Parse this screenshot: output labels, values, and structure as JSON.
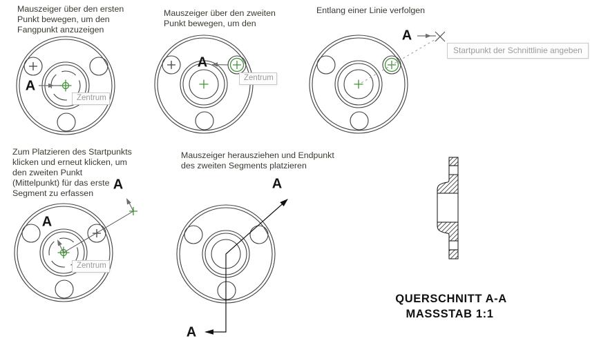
{
  "colors": {
    "canvas-bg": "#ffffff",
    "line": "#3f3f3f",
    "accent-green": "#3f9335",
    "arrow-gray": "#6e6e6e",
    "section-black": "#111111",
    "tooltip-bg": "#fdfdfd",
    "tooltip-border": "#c9c9c9",
    "tooltip-text": "#9b9b9b",
    "text": "#3a3a32"
  },
  "steps": {
    "step1": {
      "caption": "Mauszeiger über den ersten\nPunkt bewegen, um den\nFangpunkt anzuzeigen",
      "label": "A",
      "tooltip": "Zentrum"
    },
    "step2": {
      "caption": "Mauszeiger über den zweiten\nPunkt bewegen, um den",
      "label": "A",
      "tooltip": "Zentrum"
    },
    "step3": {
      "caption": "Entlang einer Linie verfolgen",
      "label": "A",
      "tooltip": "Startpunkt der Schnittlinie angeben"
    },
    "step4": {
      "caption": "Zum Platzieren des Startpunkts\nklicken und erneut klicken, um\nden zweiten Punkt\n(Mittelpunkt) für das erste\nSegment zu erfassen",
      "label_inner": "A",
      "label_outer": "A",
      "tooltip": "Zentrum"
    },
    "step5": {
      "caption": "Mauszeiger herausziehen und Endpunkt\ndes zweiten Segments platzieren",
      "label_top": "A",
      "label_bottom": "A"
    },
    "section_view": {
      "title_line1": "QUERSCHNITT A-A",
      "title_line2": "MASSSTAB 1:1"
    }
  }
}
